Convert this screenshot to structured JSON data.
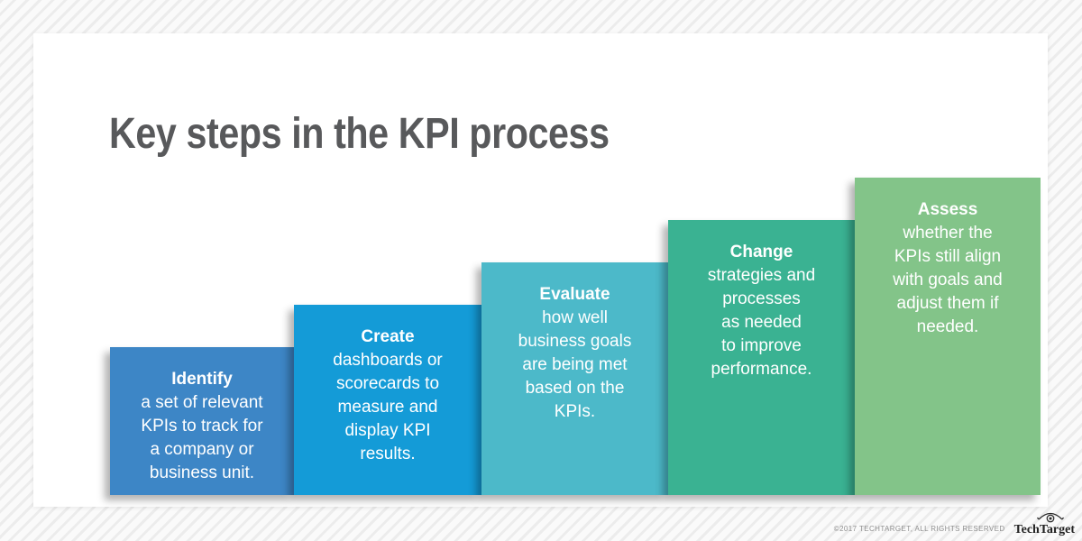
{
  "page": {
    "title": "Key steps in the KPI process",
    "title_color": "#58595b",
    "card_color": "#ffffff"
  },
  "steps": [
    {
      "heading": "Identify",
      "body": "a set of relevant\nKPIs to track for\na company or\nbusiness unit.",
      "color": "#3d86c6"
    },
    {
      "heading": "Create",
      "body": "dashboards or\nscorecards to\nmeasure and\ndisplay KPI\nresults.",
      "color": "#149bd7"
    },
    {
      "heading": "Evaluate",
      "body": "how well\nbusiness goals\nare being met\nbased on the\nKPIs.",
      "color": "#4cb9c9"
    },
    {
      "heading": "Change",
      "body": "strategies and\nprocesses\nas needed\nto improve\nperformance.",
      "color": "#3ab292"
    },
    {
      "heading": "Assess",
      "body": "whether the\nKPIs still align\nwith goals and\nadjust them if\nneeded.",
      "color": "#83c489"
    }
  ],
  "footer": {
    "copyright": "©2017 TECHTARGET, ALL RIGHTS RESERVED",
    "logo_text": "TechTarget"
  }
}
